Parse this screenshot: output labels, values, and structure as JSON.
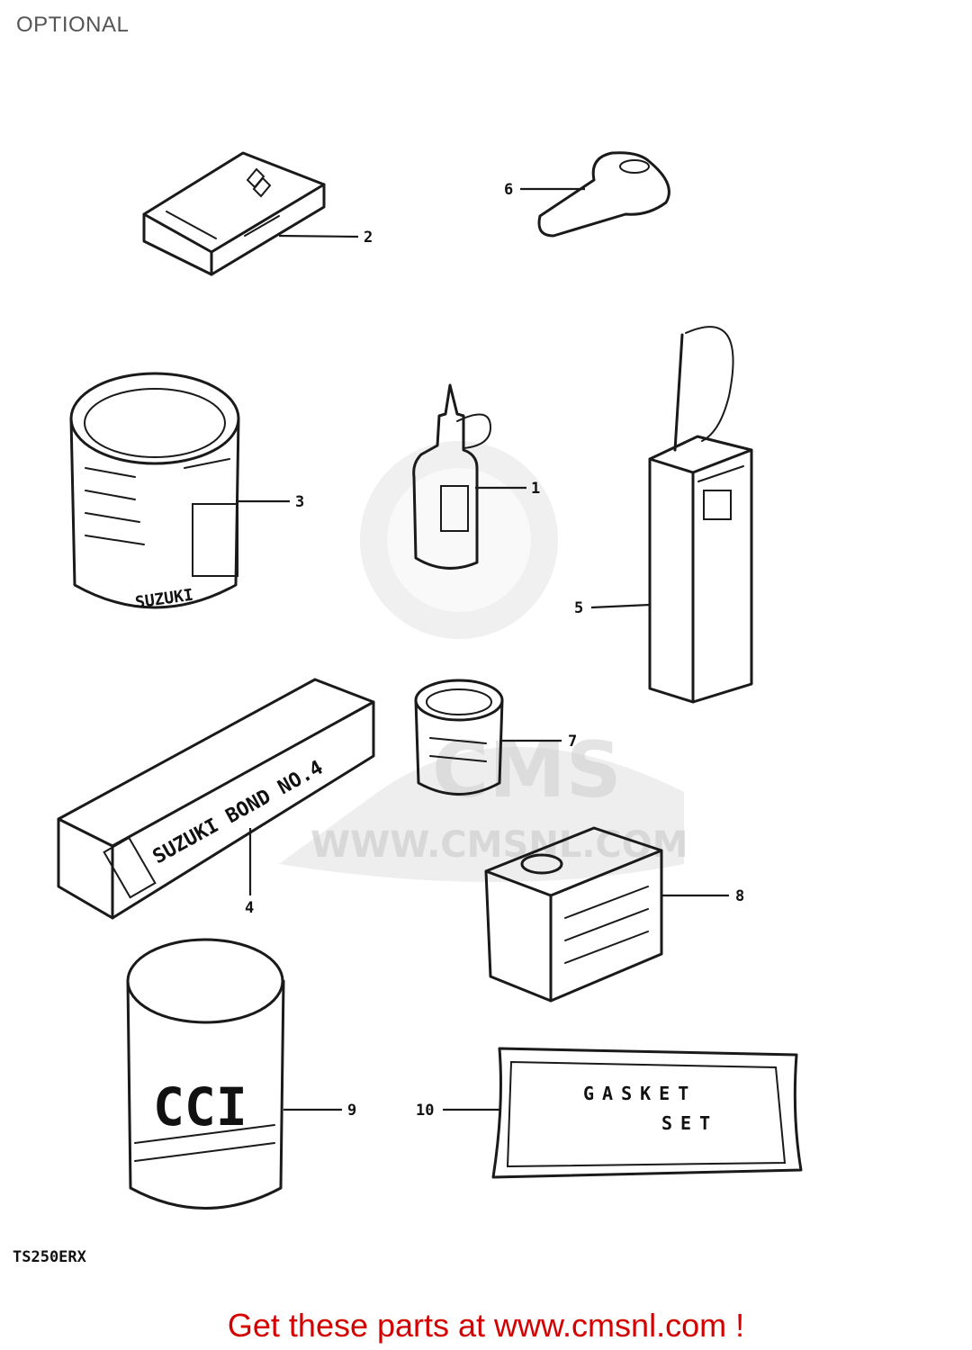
{
  "page": {
    "title": "OPTIONAL",
    "model_code": "TS250ERX",
    "footer_link": "Get these parts at www.cmsnl.com !"
  },
  "watermark": {
    "url_text": "WWW.CMSNL.COM",
    "logo_text": "CMS"
  },
  "callouts": [
    {
      "id": "1",
      "label": "1"
    },
    {
      "id": "2",
      "label": "2"
    },
    {
      "id": "3",
      "label": "3"
    },
    {
      "id": "4",
      "label": "4"
    },
    {
      "id": "5",
      "label": "5"
    },
    {
      "id": "6",
      "label": "6"
    },
    {
      "id": "7",
      "label": "7"
    },
    {
      "id": "8",
      "label": "8"
    },
    {
      "id": "9",
      "label": "9"
    },
    {
      "id": "10",
      "label": "10"
    }
  ],
  "labels": {
    "can3_side": "SUZUKI",
    "bond_box": "SUZUKI BOND NO.4",
    "can9_big": "CCI",
    "gasket_line1": "GASKET",
    "gasket_line2": "SET"
  },
  "colors": {
    "ink": "#1a1a1a",
    "footer": "#d40000",
    "title": "#555555",
    "watermark": "#d4d4d4"
  }
}
